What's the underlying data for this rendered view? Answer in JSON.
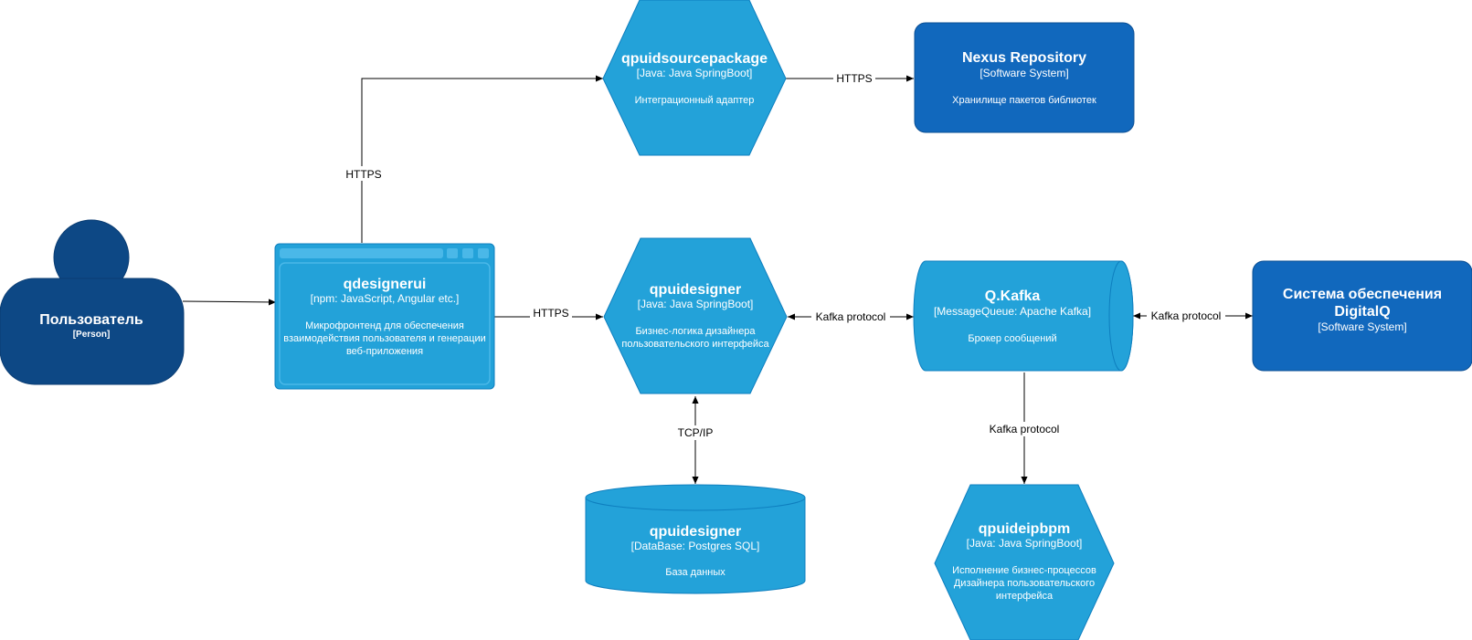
{
  "colors": {
    "person": "#0d4885",
    "person_stroke": "#0b3d73",
    "container": "#23a2d9",
    "container_stroke": "#0e7fbf",
    "webapp_bar": "#4ab8e8",
    "system": "#1168bd",
    "system_stroke": "#0b4f94",
    "edge": "#000000"
  },
  "nodes": {
    "person": {
      "title": "Пользователь",
      "tech": "[Person]"
    },
    "ui": {
      "title": "qdesignerui",
      "tech": "[npm: JavaScript, Angular etc.]",
      "desc": [
        "Микрофронтенд для обеспечения",
        "взаимодействия пользователя и генерации",
        "веб-приложения"
      ]
    },
    "source": {
      "title": "qpuidsourcepackage",
      "tech": "[Java: Java SpringBoot]",
      "desc": [
        "Интеграционный адаптер"
      ]
    },
    "nexus": {
      "title": "Nexus Repository",
      "tech": "[Software System]",
      "desc": [
        "Хранилище пакетов библиотек"
      ]
    },
    "designer": {
      "title": "qpuidesigner",
      "tech": "[Java: Java SpringBoot]",
      "desc": [
        "Бизнес-логика дизайнера",
        "пользовательского интерфейса"
      ]
    },
    "kafka": {
      "title": "Q.Kafka",
      "tech": "[MessageQueue: Apache Kafka]",
      "desc": [
        "Брокер сообщений"
      ]
    },
    "digitalq": {
      "title": [
        "Система обеспечения",
        "DigitalQ"
      ],
      "tech": "[Software System]"
    },
    "db": {
      "title": "qpuidesigner",
      "tech": "[DataBase: Postgres SQL]",
      "desc": [
        "База данных"
      ]
    },
    "bpm": {
      "title": "qpuideipbpm",
      "tech": "[Java: Java SpringBoot]",
      "desc": [
        "Исполнение бизнес-процессов",
        "Дизайнера пользовательского",
        "интерфейса"
      ]
    }
  },
  "edges": {
    "ui_source": "HTTPS",
    "source_nexus": "HTTPS",
    "ui_designer": "HTTPS",
    "designer_kafka": "Kafka protocol",
    "kafka_digitalq": "Kafka protocol",
    "designer_db": "TCP/IP",
    "kafka_bpm": "Kafka protocol"
  }
}
